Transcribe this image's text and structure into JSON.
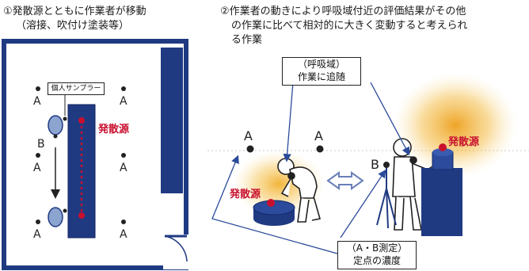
{
  "left_panel": {
    "heading_line1": "①発散源とともに作業者が移動",
    "heading_line2": "（溶接、吹付け塗装等）",
    "sampler_label": "個人サンプラー",
    "source_label": "発散源",
    "point_a": "A",
    "point_b": "B"
  },
  "right_panel": {
    "heading_line1": "②作業者の動きにより呼吸域付近の評価結果がその他",
    "heading_line2": "の作業に比べて相対的に大きく変動すると考えられ",
    "heading_line3": "る作業",
    "breathing_zone_line1": "（呼吸域）",
    "breathing_zone_line2": "作業に追随",
    "measurement_line1": "（A・B測定）",
    "measurement_line2": "定点の濃度",
    "source_label_left": "発散源",
    "source_label_right": "発散源",
    "point_a": "A",
    "point_b": "B"
  },
  "colors": {
    "navy": "#203a82",
    "source_red": "#c8102e",
    "glow": "#e8a21a"
  }
}
